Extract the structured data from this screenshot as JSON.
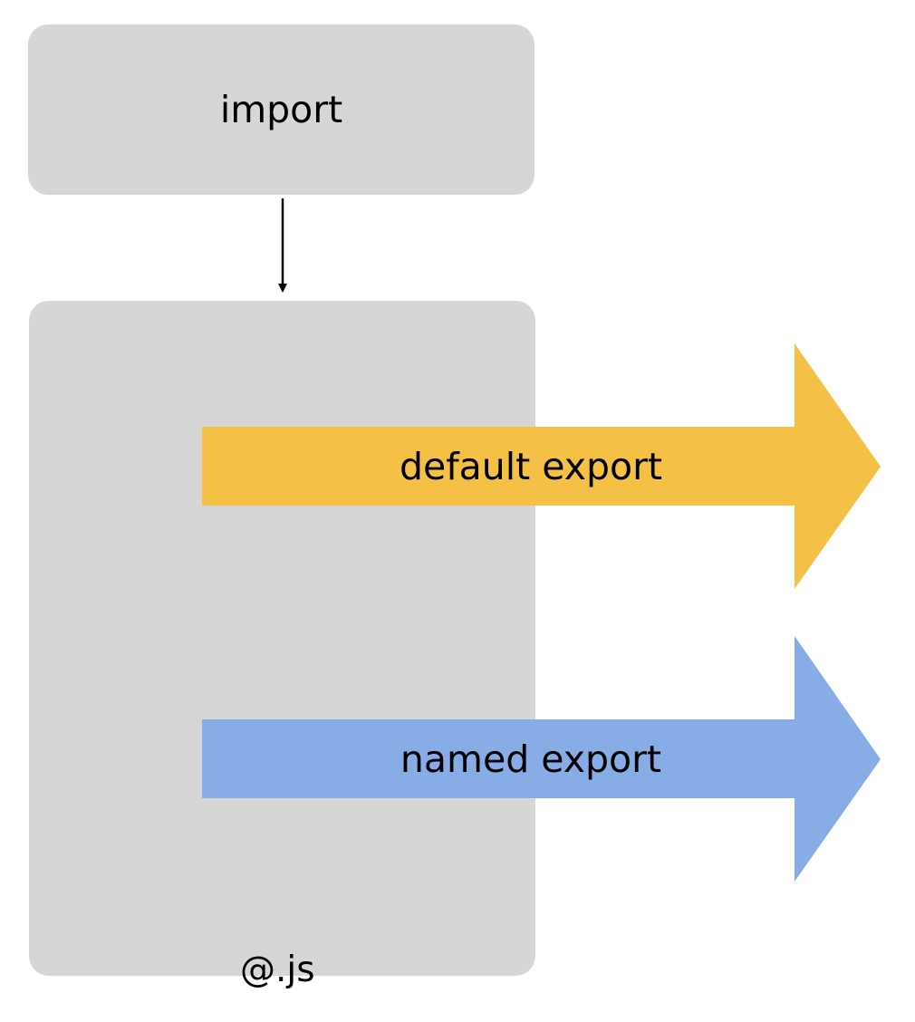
{
  "diagram": {
    "import_box": {
      "label": "import"
    },
    "module_box": {
      "label": "@.js"
    },
    "exports": [
      {
        "label": "default export",
        "color": "#F4C146"
      },
      {
        "label": "named export",
        "color": "#87ACE6"
      }
    ],
    "box_color": "#D6D6D6",
    "connector_color": "#000000"
  }
}
